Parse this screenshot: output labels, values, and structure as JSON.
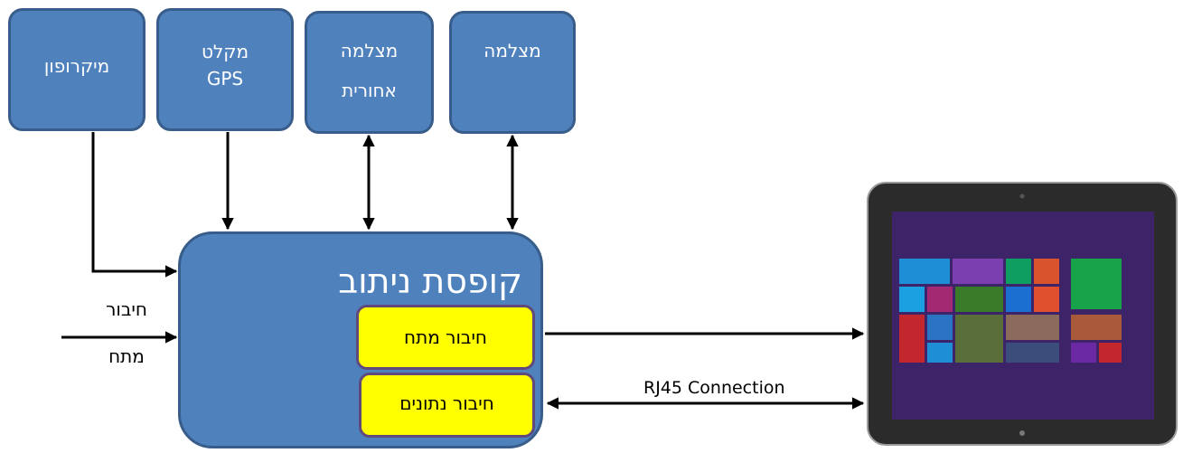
{
  "diagram": {
    "inputs": {
      "microphone": {
        "line1": "מיקרופון"
      },
      "gps": {
        "line1": "מקלט",
        "line2": "GPS"
      },
      "rear_camera": {
        "line1": "מצלמה",
        "line2": "אחורית"
      },
      "front_camera": {
        "line1": "מצלמה"
      }
    },
    "hub": {
      "title": "קופסת ניתוב",
      "power_port": "חיבור מתח",
      "data_port": "חיבור נתונים"
    },
    "power_input": {
      "line1": "חיבור",
      "line2": "מתח"
    },
    "link_label": "RJ45 Connection"
  },
  "colors": {
    "box_fill": "#4f81bd",
    "box_border": "#385d8a",
    "port_fill": "#ffff00",
    "port_border": "#604a7b"
  },
  "tablet": {
    "device": "windows-tablet"
  }
}
